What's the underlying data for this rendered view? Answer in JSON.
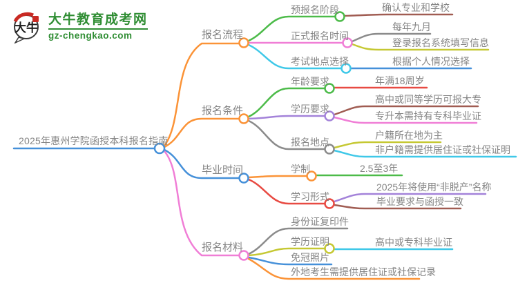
{
  "site": {
    "logo_title": "大牛教育成考网",
    "logo_subtitle": "gz-chengkao.com",
    "logo_icon_text": "大牛",
    "brand_green": "#2f8d33",
    "brand_red": "#c92a23"
  },
  "palette": {
    "orange": "#fb9337",
    "green": "#4cbb49",
    "pink": "#f07ed6",
    "cyan": "#3fc8e8",
    "blue": "#4590d9",
    "purple": "#a382d9",
    "gray": "#8b8b8b",
    "maroon": "#a05c52",
    "red": "#e84a42",
    "olive": "#c5c832",
    "text": "#858585"
  },
  "mindmap": {
    "root": {
      "label": "2025年惠州学院函授本科报名指南"
    },
    "branches": [
      {
        "label": "报名流程",
        "children": [
          {
            "label": "预报名阶段",
            "children": [
              {
                "label": "确认专业和学校"
              }
            ]
          },
          {
            "label": "正式报名时间",
            "children": [
              {
                "label": "每年九月"
              },
              {
                "label": "登录报名系统填写信息"
              }
            ]
          },
          {
            "label": "考试地点选择",
            "children": [
              {
                "label": "根据个人情况选择"
              }
            ]
          }
        ]
      },
      {
        "label": "报名条件",
        "children": [
          {
            "label": "年龄要求",
            "children": [
              {
                "label": "年满18周岁"
              }
            ]
          },
          {
            "label": "学历要求",
            "children": [
              {
                "label": "高中或同等学历可报大专"
              },
              {
                "label": "专升本需持有专科毕业证"
              }
            ]
          },
          {
            "label": "报名地点",
            "children": [
              {
                "label": "户籍所在地为主"
              },
              {
                "label": "非户籍需提供居住证或社保证明"
              }
            ]
          }
        ]
      },
      {
        "label": "毕业时间",
        "children": [
          {
            "label": "学制",
            "children": [
              {
                "label": "2.5至3年"
              }
            ]
          },
          {
            "label": "学习形式",
            "children": [
              {
                "label": "2025年将使用“非脱产”名称"
              },
              {
                "label": "毕业要求与函授一致"
              }
            ]
          }
        ]
      },
      {
        "label": "报名材料",
        "children": [
          {
            "label": "身份证复印件"
          },
          {
            "label": "学历证明",
            "children": [
              {
                "label": "高中或专科毕业证"
              }
            ]
          },
          {
            "label": "免冠照片"
          },
          {
            "label": "外地考生需提供居住证或社保记录"
          }
        ]
      }
    ]
  }
}
